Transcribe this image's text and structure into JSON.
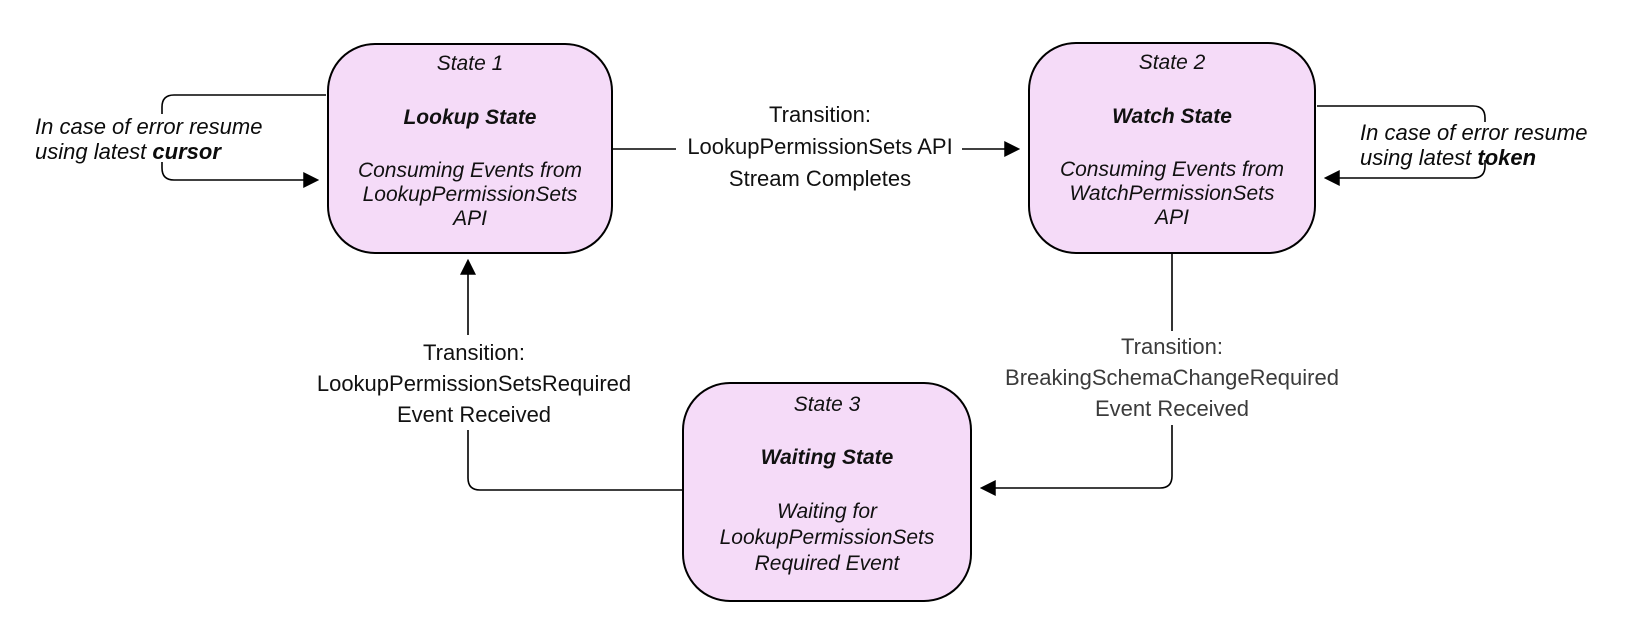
{
  "diagram": {
    "colors": {
      "background": "#FFFFFF",
      "node_fill": "#F5DBF8",
      "node_border": "#000000",
      "arrow": "#000000",
      "label_text": "#111111",
      "muted_label_text": "#3B3B3B"
    },
    "states": [
      {
        "title": "State 1",
        "name": "Lookup State",
        "desc_lines": [
          "Consuming Events from",
          "LookupPermissionSets",
          "API"
        ]
      },
      {
        "title": "State 2",
        "name": "Watch State",
        "desc_lines": [
          "Consuming Events from",
          "WatchPermissionSets",
          "API"
        ]
      },
      {
        "title": "State 3",
        "name": "Waiting State",
        "desc_lines": [
          "Waiting for",
          "LookupPermissionSets",
          "Required Event"
        ]
      }
    ],
    "transitions": [
      {
        "from": "State 1",
        "to": "State 2",
        "lines": [
          "Transition:",
          "LookupPermissionSets API",
          "Stream Completes"
        ]
      },
      {
        "from": "State 2",
        "to": "State 3",
        "lines": [
          "Transition:",
          "BreakingSchemaChangeRequired",
          "Event Received"
        ]
      },
      {
        "from": "State 3",
        "to": "State 1",
        "lines": [
          "Transition:",
          "LookupPermissionSetsRequired",
          "Event Received"
        ]
      }
    ],
    "error_loops": [
      {
        "attached_to": "State 1",
        "line1": "In case of error resume",
        "line2_prefix": "using latest ",
        "line2_bold": "cursor"
      },
      {
        "attached_to": "State 2",
        "line1": "In case of error resume",
        "line2_prefix": "using latest ",
        "line2_bold": "token"
      }
    ]
  }
}
